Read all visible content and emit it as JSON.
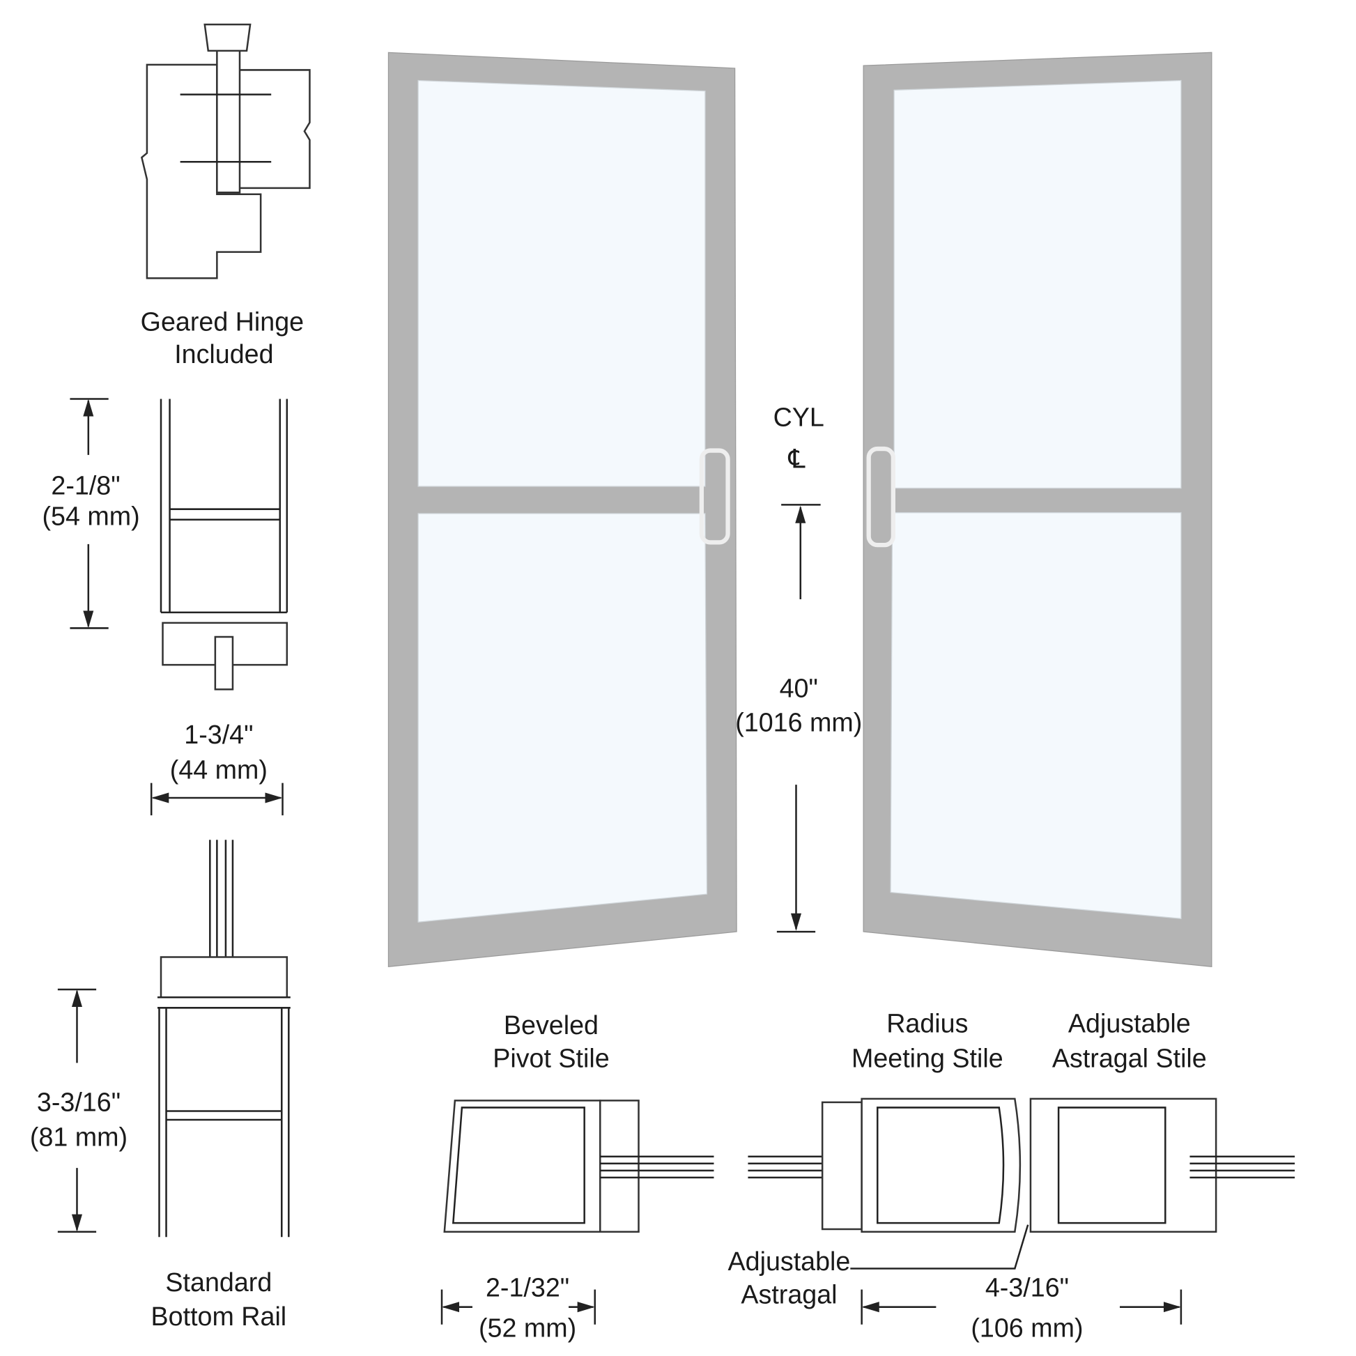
{
  "labels": {
    "geared_hinge": [
      "Geared Hinge",
      "Included"
    ],
    "top_rail_dim": [
      "2-1/8\"",
      "(54 mm)"
    ],
    "stile_width_dim": [
      "1-3/4\"",
      "(44 mm)"
    ],
    "bottom_rail_dim": [
      "3-3/16\"",
      "(81 mm)"
    ],
    "standard_bottom_rail": [
      "Standard",
      "Bottom Rail"
    ],
    "cyl": "CYL",
    "centerline": "℄",
    "height_dim": [
      "40\"",
      "(1016 mm)"
    ],
    "beveled_pivot_stile": [
      "Beveled",
      "Pivot Stile"
    ],
    "pivot_stile_dim": [
      "2-1/32\"",
      "(52 mm)"
    ],
    "radius_meeting_stile": [
      "Radius",
      "Meeting Stile"
    ],
    "adjustable_astragal_stile": [
      "Adjustable",
      "Astragal Stile"
    ],
    "adjustable_astragal": [
      "Adjustable",
      "Astragal"
    ],
    "meeting_stile_dim": [
      "4-3/16\"",
      "(106 mm)"
    ]
  },
  "colors": {
    "frame": "#b4b4b4",
    "glass": "#f4f9fd",
    "line": "#222222"
  }
}
